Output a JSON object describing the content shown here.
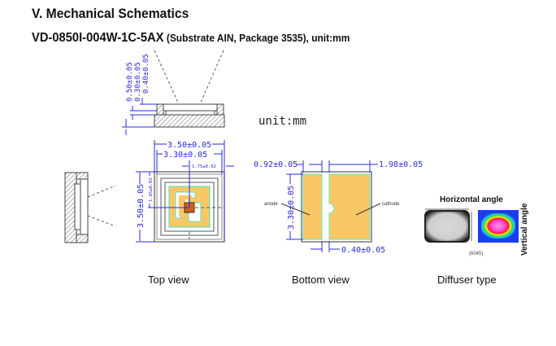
{
  "header": {
    "section_title": "V. Mechanical Schematics",
    "part_number": "VD-0850I-004W-1C-5AX",
    "part_details": " (Substrate AIN, Package 3535), unit:mm"
  },
  "unit_label": "unit:mm",
  "side_view": {
    "dims": [
      "0.50±0.05",
      "0.30±0.05",
      "0.40±0.05"
    ]
  },
  "top_view": {
    "caption": "Top view",
    "dims": {
      "outer_width": "3.50±0.05",
      "inner_width": "3.30±0.05",
      "center_x": "1.75±0.02",
      "outer_height": "3.50±0.05",
      "center_y": "1.65±0.02"
    }
  },
  "bottom_view": {
    "caption": "Bottom view",
    "dims": {
      "anode_width": "0.92±0.05",
      "cathode_width": "1.98±0.05",
      "height": "3.30±0.05",
      "gap": "0.40±0.05"
    },
    "labels": {
      "anode": "anode",
      "cathode": "cathode"
    }
  },
  "diffuser": {
    "caption": "Diffuser type",
    "horizontal_label": "Horizontal angle",
    "vertical_label": "Vertical angle",
    "code": "(6045)"
  },
  "colors": {
    "dimension_blue": "#2b2bdb",
    "pad_orange": "#f9c865",
    "pad_outline_cyan": "#5fe0c8",
    "die_brown": "#c8641e"
  }
}
